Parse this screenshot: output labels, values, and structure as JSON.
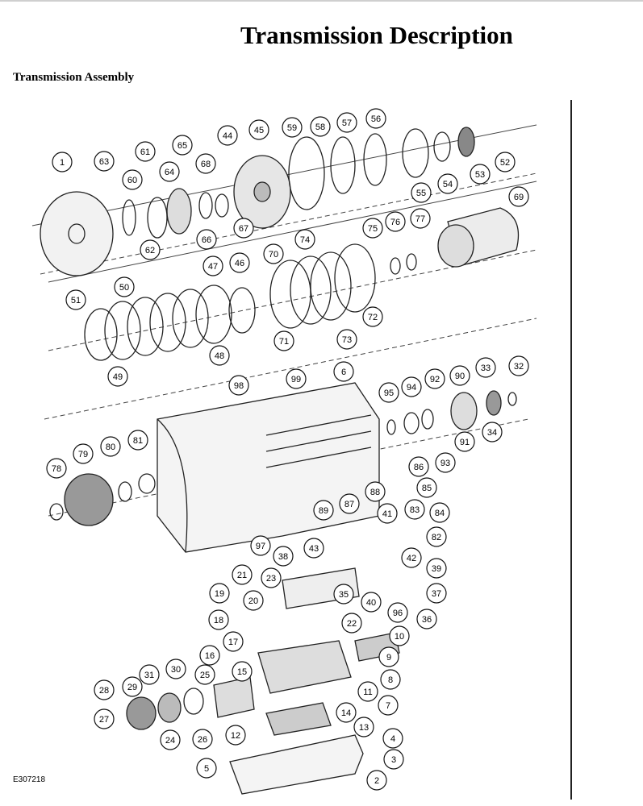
{
  "page": {
    "title": "Transmission Description",
    "section": "Transmission Assembly",
    "figure_code": "E307218"
  },
  "callouts": [
    "1",
    "2",
    "3",
    "4",
    "5",
    "6",
    "7",
    "8",
    "9",
    "10",
    "11",
    "12",
    "13",
    "14",
    "15",
    "16",
    "17",
    "18",
    "19",
    "20",
    "21",
    "22",
    "23",
    "24",
    "25",
    "26",
    "27",
    "28",
    "29",
    "30",
    "31",
    "32",
    "33",
    "34",
    "35",
    "36",
    "37",
    "38",
    "39",
    "40",
    "41",
    "42",
    "43",
    "44",
    "45",
    "46",
    "47",
    "48",
    "49",
    "50",
    "51",
    "52",
    "53",
    "54",
    "55",
    "56",
    "57",
    "58",
    "59",
    "60",
    "61",
    "62",
    "63",
    "64",
    "65",
    "66",
    "67",
    "68",
    "69",
    "70",
    "71",
    "72",
    "73",
    "74",
    "75",
    "76",
    "77",
    "78",
    "79",
    "80",
    "81",
    "82",
    "83",
    "84",
    "85",
    "86",
    "87",
    "88",
    "89",
    "90",
    "91",
    "92",
    "93",
    "94",
    "95",
    "96",
    "97",
    "98",
    "99"
  ]
}
